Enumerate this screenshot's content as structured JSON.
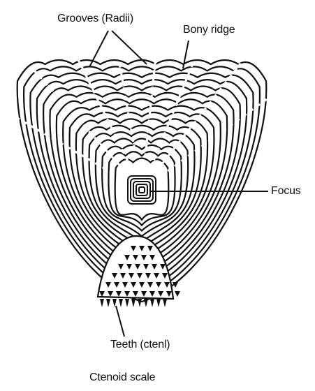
{
  "diagram": {
    "labels": {
      "grooves": "Grooves (Radii)",
      "bony_ridge": "Bony ridge",
      "focus": "Focus",
      "teeth": "Teeth (ctenl)"
    },
    "caption": "Ctenoid scale"
  },
  "colors": {
    "ink": "#111111",
    "background": "#ffffff"
  }
}
